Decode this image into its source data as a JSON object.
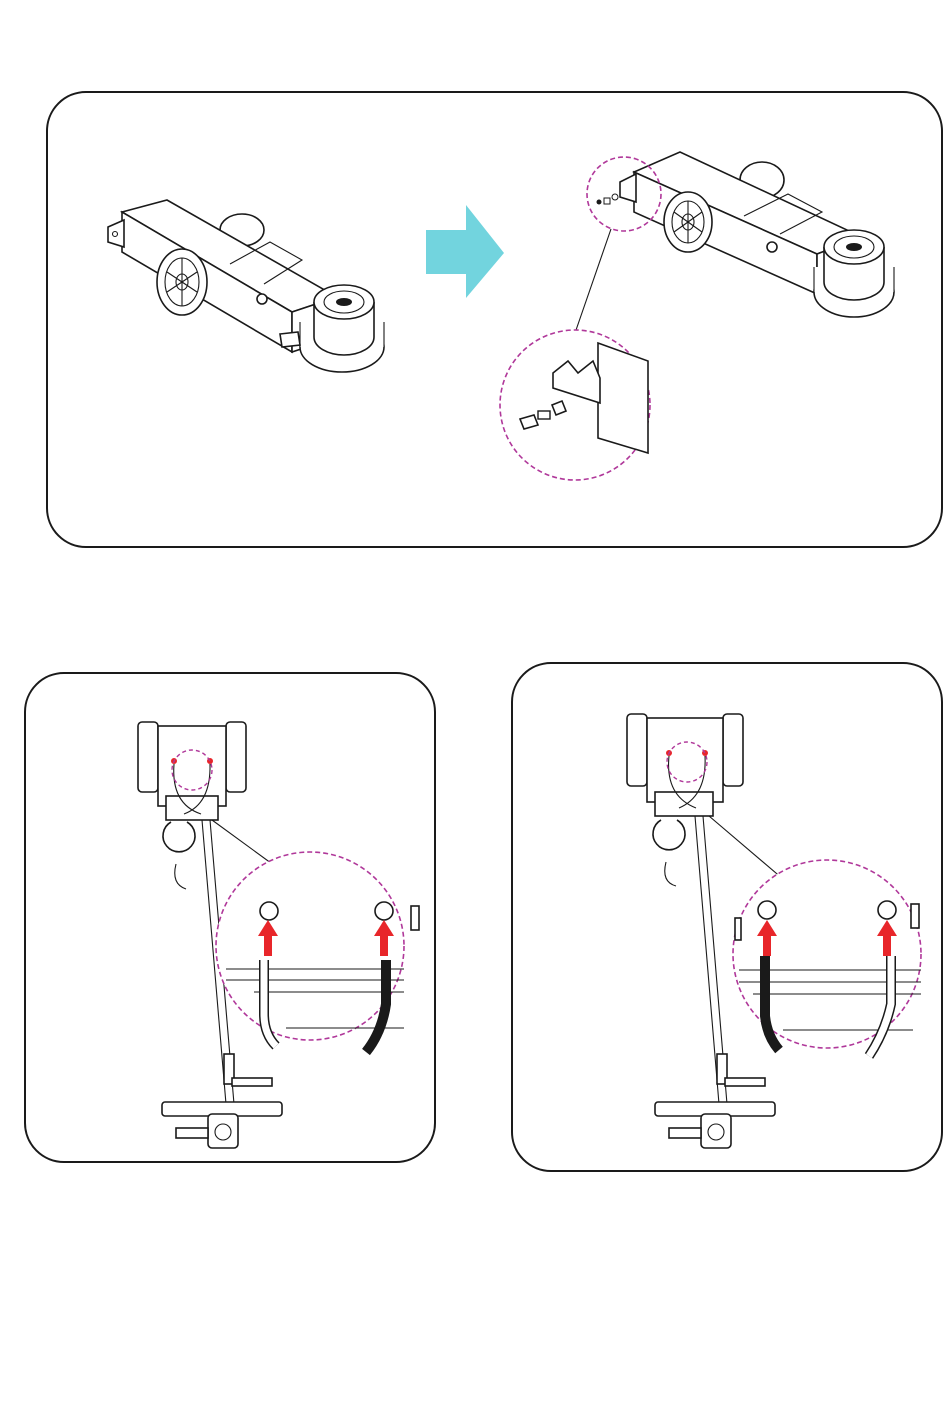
{
  "colors": {
    "arrow": "#72d4de",
    "callout_circle": "#b0389a",
    "hose_arrow": "#e8262a",
    "line": "#1a1a1a"
  },
  "panels": {
    "top": {
      "content": "machine-before-and-after-bracket-removal",
      "icons": [
        "transition-arrow-icon",
        "magnifier-callout-icon"
      ]
    },
    "bottom_left": {
      "content": "hose-connection-white-left-black-right",
      "icons": [
        "magnifier-callout-icon",
        "red-arrow-icon"
      ]
    },
    "bottom_right": {
      "content": "hose-connection-black-left-white-right",
      "icons": [
        "magnifier-callout-icon",
        "red-arrow-icon"
      ]
    }
  }
}
